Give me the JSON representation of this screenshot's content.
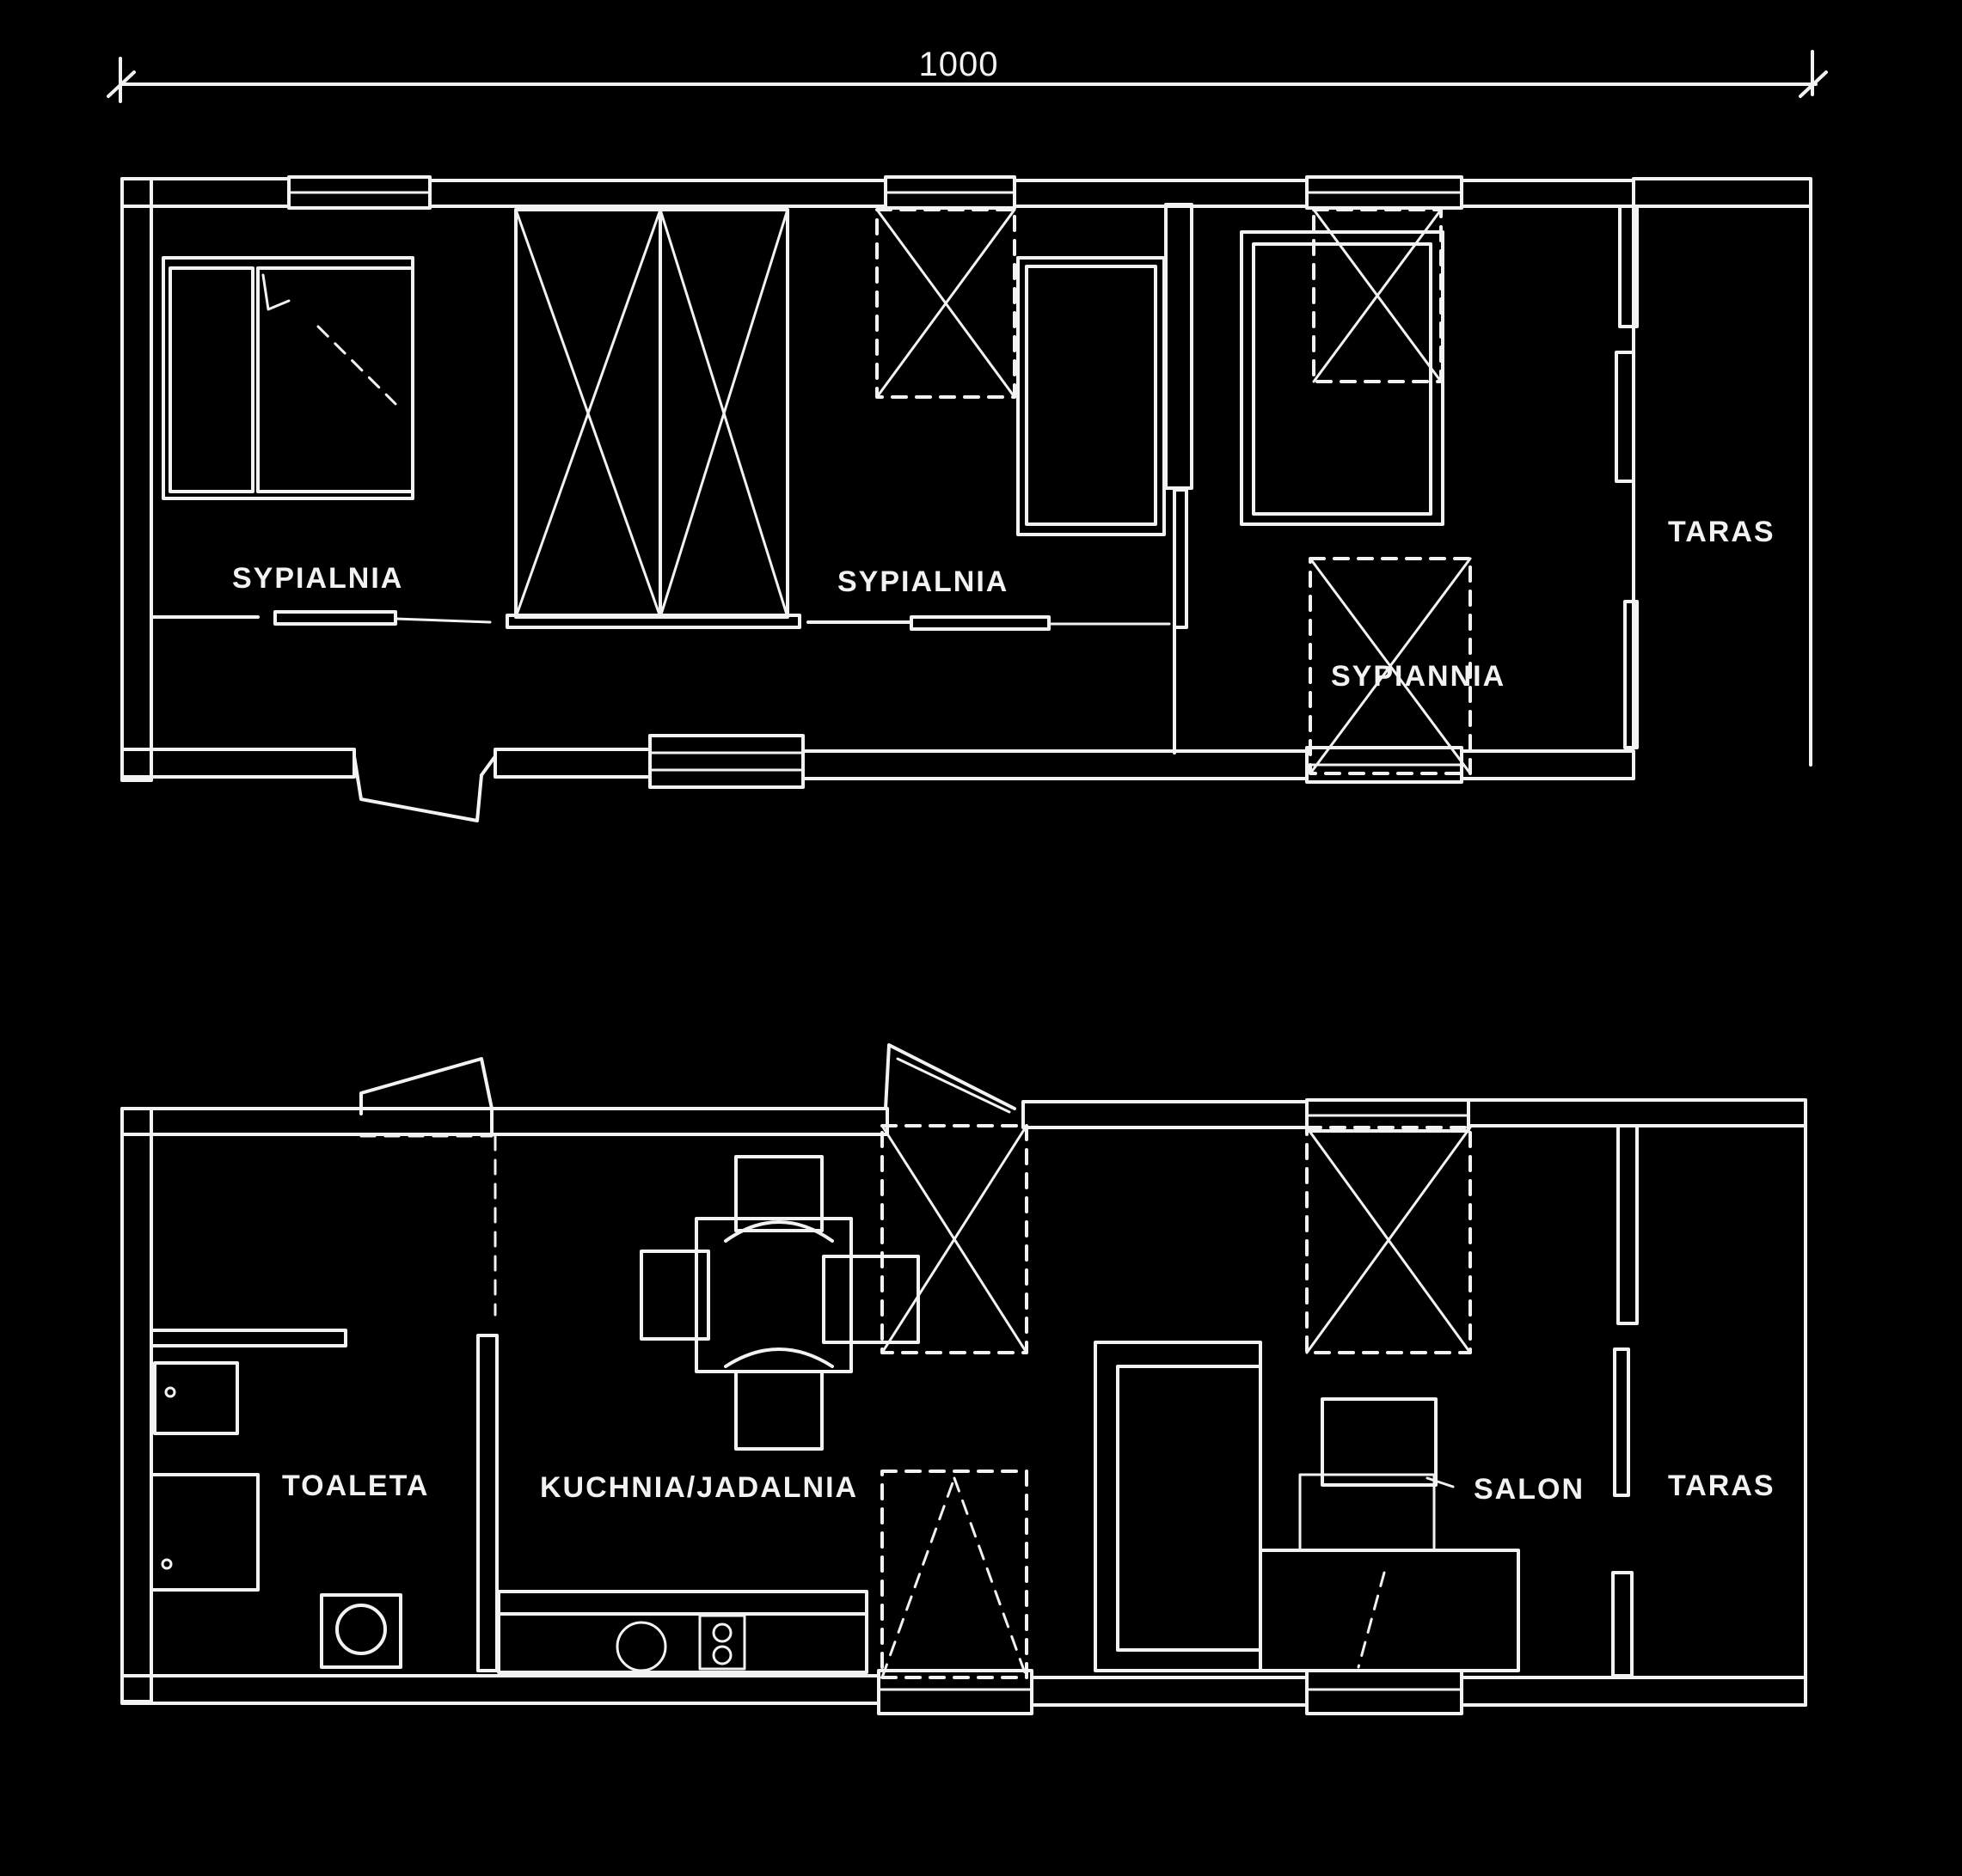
{
  "dimension": {
    "label": "1000"
  },
  "upper_plan": {
    "rooms": [
      {
        "key": "sypialnia_1",
        "label": "SYPIALNIA"
      },
      {
        "key": "sypialnia_2",
        "label": "SYPIALNIA"
      },
      {
        "key": "sypialnia_3",
        "label": "SYPIANNIA"
      },
      {
        "key": "taras",
        "label": "TARAS"
      }
    ]
  },
  "lower_plan": {
    "rooms": [
      {
        "key": "toaleta",
        "label": "TOALETA"
      },
      {
        "key": "kuchnia",
        "label": "KUCHNIA/JADALNIA"
      },
      {
        "key": "salon",
        "label": "SALON"
      },
      {
        "key": "taras",
        "label": "TARAS"
      }
    ]
  },
  "colors": {
    "background": "#000000",
    "ink": "#f2f2f2"
  }
}
